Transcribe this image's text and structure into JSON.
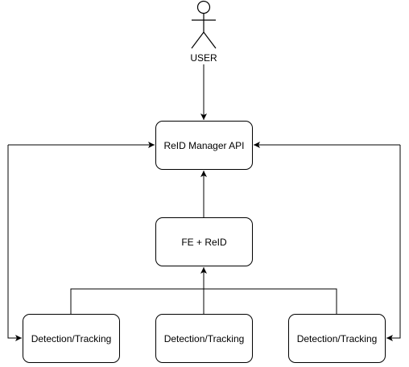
{
  "actor": {
    "label": "USER"
  },
  "nodes": {
    "api": "ReID Manager API",
    "fe_reid": "FE + ReID",
    "detectors": [
      "Detection/Tracking",
      "Detection/Tracking",
      "Detection/Tracking"
    ]
  },
  "colors": {
    "stroke": "#000000",
    "fill": "#ffffff"
  }
}
